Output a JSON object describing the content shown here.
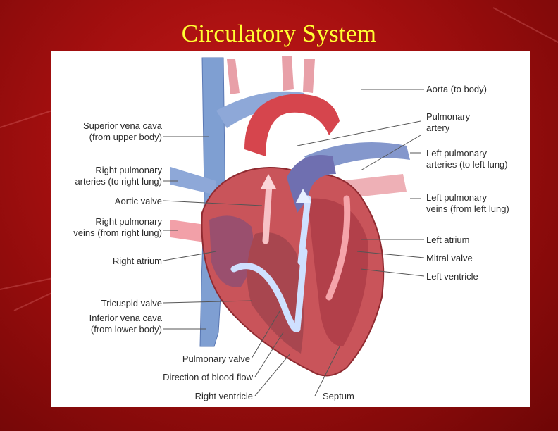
{
  "slide": {
    "title": "Circulatory System"
  },
  "diagram": {
    "labels": {
      "aorta": "Aorta (to body)",
      "pulmonary_artery_1": "Pulmonary",
      "pulmonary_artery_2": "artery",
      "left_pulm_arteries_1": "Left pulmonary",
      "left_pulm_arteries_2": "arteries (to left lung)",
      "left_pulm_veins_1": "Left pulmonary",
      "left_pulm_veins_2": "veins (from left lung)",
      "left_atrium": "Left atrium",
      "mitral_valve": "Mitral valve",
      "left_ventricle": "Left ventricle",
      "svc_1": "Superior vena cava",
      "svc_2": "(from upper body)",
      "right_pulm_arteries_1": "Right pulmonary",
      "right_pulm_arteries_2": "arteries (to right lung)",
      "aortic_valve": "Aortic valve",
      "right_pulm_veins_1": "Right pulmonary",
      "right_pulm_veins_2": "veins (from right lung)",
      "right_atrium": "Right atrium",
      "tricuspid_valve": "Tricuspid valve",
      "ivc_1": "Inferior vena cava",
      "ivc_2": "(from lower body)",
      "pulmonary_valve": "Pulmonary valve",
      "direction_flow": "Direction of blood flow",
      "right_ventricle": "Right ventricle",
      "septum": "Septum"
    }
  }
}
